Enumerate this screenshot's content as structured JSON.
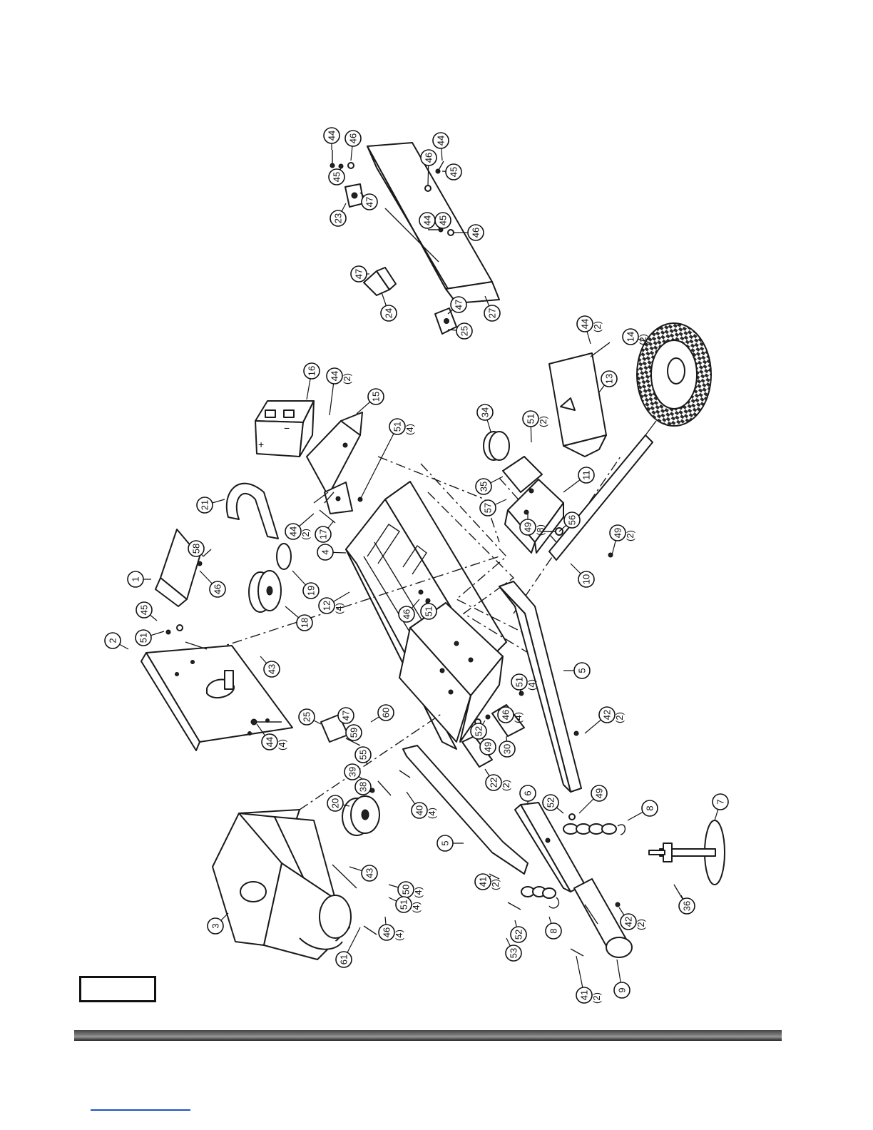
{
  "diagram": {
    "callouts": [
      {
        "id": "c1",
        "label": "1",
        "qty": ""
      },
      {
        "id": "c2",
        "label": "2",
        "qty": ""
      },
      {
        "id": "c3",
        "label": "3",
        "qty": ""
      },
      {
        "id": "c4",
        "label": "4",
        "qty": ""
      },
      {
        "id": "c5a",
        "label": "5",
        "qty": ""
      },
      {
        "id": "c5b",
        "label": "5",
        "qty": ""
      },
      {
        "id": "c6",
        "label": "6",
        "qty": ""
      },
      {
        "id": "c7",
        "label": "7",
        "qty": ""
      },
      {
        "id": "c8a",
        "label": "8",
        "qty": ""
      },
      {
        "id": "c8b",
        "label": "8",
        "qty": ""
      },
      {
        "id": "c9",
        "label": "9",
        "qty": ""
      },
      {
        "id": "c10",
        "label": "10",
        "qty": ""
      },
      {
        "id": "c11",
        "label": "11",
        "qty": ""
      },
      {
        "id": "c12",
        "label": "12",
        "qty": "(4)"
      },
      {
        "id": "c13",
        "label": "13",
        "qty": ""
      },
      {
        "id": "c14",
        "label": "14",
        "qty": "(2)"
      },
      {
        "id": "c15",
        "label": "15",
        "qty": ""
      },
      {
        "id": "c16",
        "label": "16",
        "qty": ""
      },
      {
        "id": "c17",
        "label": "17",
        "qty": ""
      },
      {
        "id": "c18",
        "label": "18",
        "qty": ""
      },
      {
        "id": "c19",
        "label": "19",
        "qty": ""
      },
      {
        "id": "c20",
        "label": "20",
        "qty": ""
      },
      {
        "id": "c21",
        "label": "21",
        "qty": ""
      },
      {
        "id": "c22",
        "label": "22",
        "qty": "(2)"
      },
      {
        "id": "c23",
        "label": "23",
        "qty": ""
      },
      {
        "id": "c24",
        "label": "24",
        "qty": ""
      },
      {
        "id": "c25a",
        "label": "25",
        "qty": ""
      },
      {
        "id": "c25b",
        "label": "25",
        "qty": ""
      },
      {
        "id": "c27",
        "label": "27",
        "qty": ""
      },
      {
        "id": "c30",
        "label": "30",
        "qty": ""
      },
      {
        "id": "c34",
        "label": "34",
        "qty": ""
      },
      {
        "id": "c35",
        "label": "35",
        "qty": ""
      },
      {
        "id": "c36",
        "label": "36",
        "qty": ""
      },
      {
        "id": "c38",
        "label": "38",
        "qty": ""
      },
      {
        "id": "c39",
        "label": "39",
        "qty": ""
      },
      {
        "id": "c40",
        "label": "40",
        "qty": "(4)"
      },
      {
        "id": "c41a",
        "label": "41",
        "qty": "(2)"
      },
      {
        "id": "c41b",
        "label": "41",
        "qty": "(2)"
      },
      {
        "id": "c42a",
        "label": "42",
        "qty": "(2)"
      },
      {
        "id": "c42b",
        "label": "42",
        "qty": "(2)"
      },
      {
        "id": "c43a",
        "label": "43",
        "qty": ""
      },
      {
        "id": "c43b",
        "label": "43",
        "qty": ""
      },
      {
        "id": "c44a",
        "label": "44",
        "qty": "(4)"
      },
      {
        "id": "c44b",
        "label": "44",
        "qty": "(2)"
      },
      {
        "id": "c44c",
        "label": "44",
        "qty": "(2)"
      },
      {
        "id": "c44d",
        "label": "44",
        "qty": "(2)"
      },
      {
        "id": "c44e",
        "label": "44",
        "qty": ""
      },
      {
        "id": "c44f",
        "label": "44",
        "qty": ""
      },
      {
        "id": "c44g",
        "label": "44",
        "qty": ""
      },
      {
        "id": "c45a",
        "label": "45",
        "qty": ""
      },
      {
        "id": "c45b",
        "label": "45",
        "qty": ""
      },
      {
        "id": "c45c",
        "label": "45",
        "qty": ""
      },
      {
        "id": "c45d",
        "label": "45",
        "qty": ""
      },
      {
        "id": "c46a",
        "label": "46",
        "qty": ""
      },
      {
        "id": "c46b",
        "label": "46",
        "qty": ""
      },
      {
        "id": "c46c",
        "label": "46",
        "qty": "(4)"
      },
      {
        "id": "c46d",
        "label": "46",
        "qty": "(4)"
      },
      {
        "id": "c46e",
        "label": "46",
        "qty": ""
      },
      {
        "id": "c46f",
        "label": "46",
        "qty": ""
      },
      {
        "id": "c46g",
        "label": "46",
        "qty": ""
      },
      {
        "id": "c47a",
        "label": "47",
        "qty": ""
      },
      {
        "id": "c47b",
        "label": "47",
        "qty": ""
      },
      {
        "id": "c47c",
        "label": "47",
        "qty": ""
      },
      {
        "id": "c47d",
        "label": "47",
        "qty": ""
      },
      {
        "id": "c49a",
        "label": "49",
        "qty": ""
      },
      {
        "id": "c49b",
        "label": "49",
        "qty": ""
      },
      {
        "id": "c49c",
        "label": "49",
        "qty": "(8)"
      },
      {
        "id": "c49d",
        "label": "49",
        "qty": "(2)"
      },
      {
        "id": "c50",
        "label": "50",
        "qty": "(4)"
      },
      {
        "id": "c51a",
        "label": "51",
        "qty": ""
      },
      {
        "id": "c51b",
        "label": "51",
        "qty": ""
      },
      {
        "id": "c51c",
        "label": "51",
        "qty": "(4)"
      },
      {
        "id": "c51d",
        "label": "51",
        "qty": "(4)"
      },
      {
        "id": "c51e",
        "label": "51",
        "qty": "(2)"
      },
      {
        "id": "c51f",
        "label": "51",
        "qty": "(4)"
      },
      {
        "id": "c52a",
        "label": "52",
        "qty": ""
      },
      {
        "id": "c52b",
        "label": "52",
        "qty": ""
      },
      {
        "id": "c52c",
        "label": "52",
        "qty": ""
      },
      {
        "id": "c53",
        "label": "53",
        "qty": ""
      },
      {
        "id": "c55",
        "label": "55",
        "qty": ""
      },
      {
        "id": "c56",
        "label": "56",
        "qty": ""
      },
      {
        "id": "c57",
        "label": "57",
        "qty": ""
      },
      {
        "id": "c58",
        "label": "58",
        "qty": ""
      },
      {
        "id": "c59",
        "label": "59",
        "qty": ""
      },
      {
        "id": "c60",
        "label": "60",
        "qty": ""
      },
      {
        "id": "c61",
        "label": "61",
        "qty": ""
      }
    ],
    "battery_marks": {
      "plus": "+",
      "minus": "−"
    }
  },
  "page": {
    "label_box_text": ""
  }
}
